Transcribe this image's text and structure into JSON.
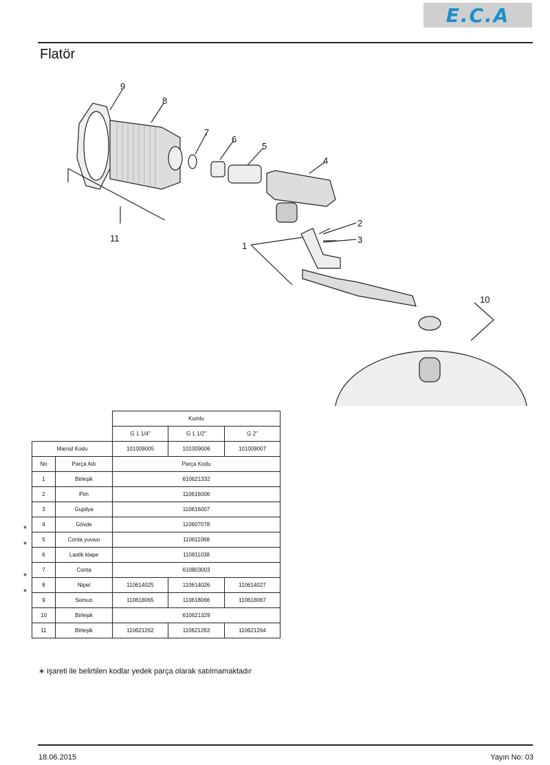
{
  "header": {
    "logo": "E.C.A",
    "title": "Flatör"
  },
  "diagram": {
    "labels": [
      "1",
      "2",
      "3",
      "4",
      "5",
      "6",
      "7",
      "8",
      "9",
      "10",
      "11"
    ]
  },
  "table": {
    "group_header": "Kumlu",
    "sizes": [
      "G 1 1/4\"",
      "G 1 1/2\"",
      "G 2\""
    ],
    "product_code_label": "Mamül Kodu",
    "product_codes": [
      "101009005",
      "101009006",
      "101009007"
    ],
    "col_no": "No",
    "col_name": "Parça Adı",
    "col_code": "Parça Kodu",
    "rows": [
      {
        "no": "1",
        "name": "Birleşik",
        "codes": [
          "610621332"
        ],
        "star": false
      },
      {
        "no": "2",
        "name": "Pim",
        "codes": [
          "110616006"
        ],
        "star": false
      },
      {
        "no": "3",
        "name": "Gupilya",
        "codes": [
          "110616007"
        ],
        "star": false
      },
      {
        "no": "4",
        "name": "Gövde",
        "codes": [
          "110607078"
        ],
        "star": true
      },
      {
        "no": "5",
        "name": "Conta yuvası",
        "codes": [
          "110611068"
        ],
        "star": true
      },
      {
        "no": "6",
        "name": "Lastik klape",
        "codes": [
          "110811038"
        ],
        "star": false
      },
      {
        "no": "7",
        "name": "Conta",
        "codes": [
          "610803003"
        ],
        "star": true
      },
      {
        "no": "8",
        "name": "Nipel",
        "codes": [
          "110614025",
          "110614026",
          "110614027"
        ],
        "star": true
      },
      {
        "no": "9",
        "name": "Somun",
        "codes": [
          "110618065",
          "110618066",
          "110618067"
        ],
        "star": false
      },
      {
        "no": "10",
        "name": "Birleşik",
        "codes": [
          "610621329"
        ],
        "star": false
      },
      {
        "no": "11",
        "name": "Birleşik",
        "codes": [
          "110621262",
          "110621263",
          "110621264"
        ],
        "star": false
      }
    ],
    "star_symbol": "*"
  },
  "note": "∗ işareti ile belirtilen kodlar yedek parça olarak satılmamaktadır",
  "footer": {
    "date": "18.06.2015",
    "issue": "Yayın No: 03"
  }
}
